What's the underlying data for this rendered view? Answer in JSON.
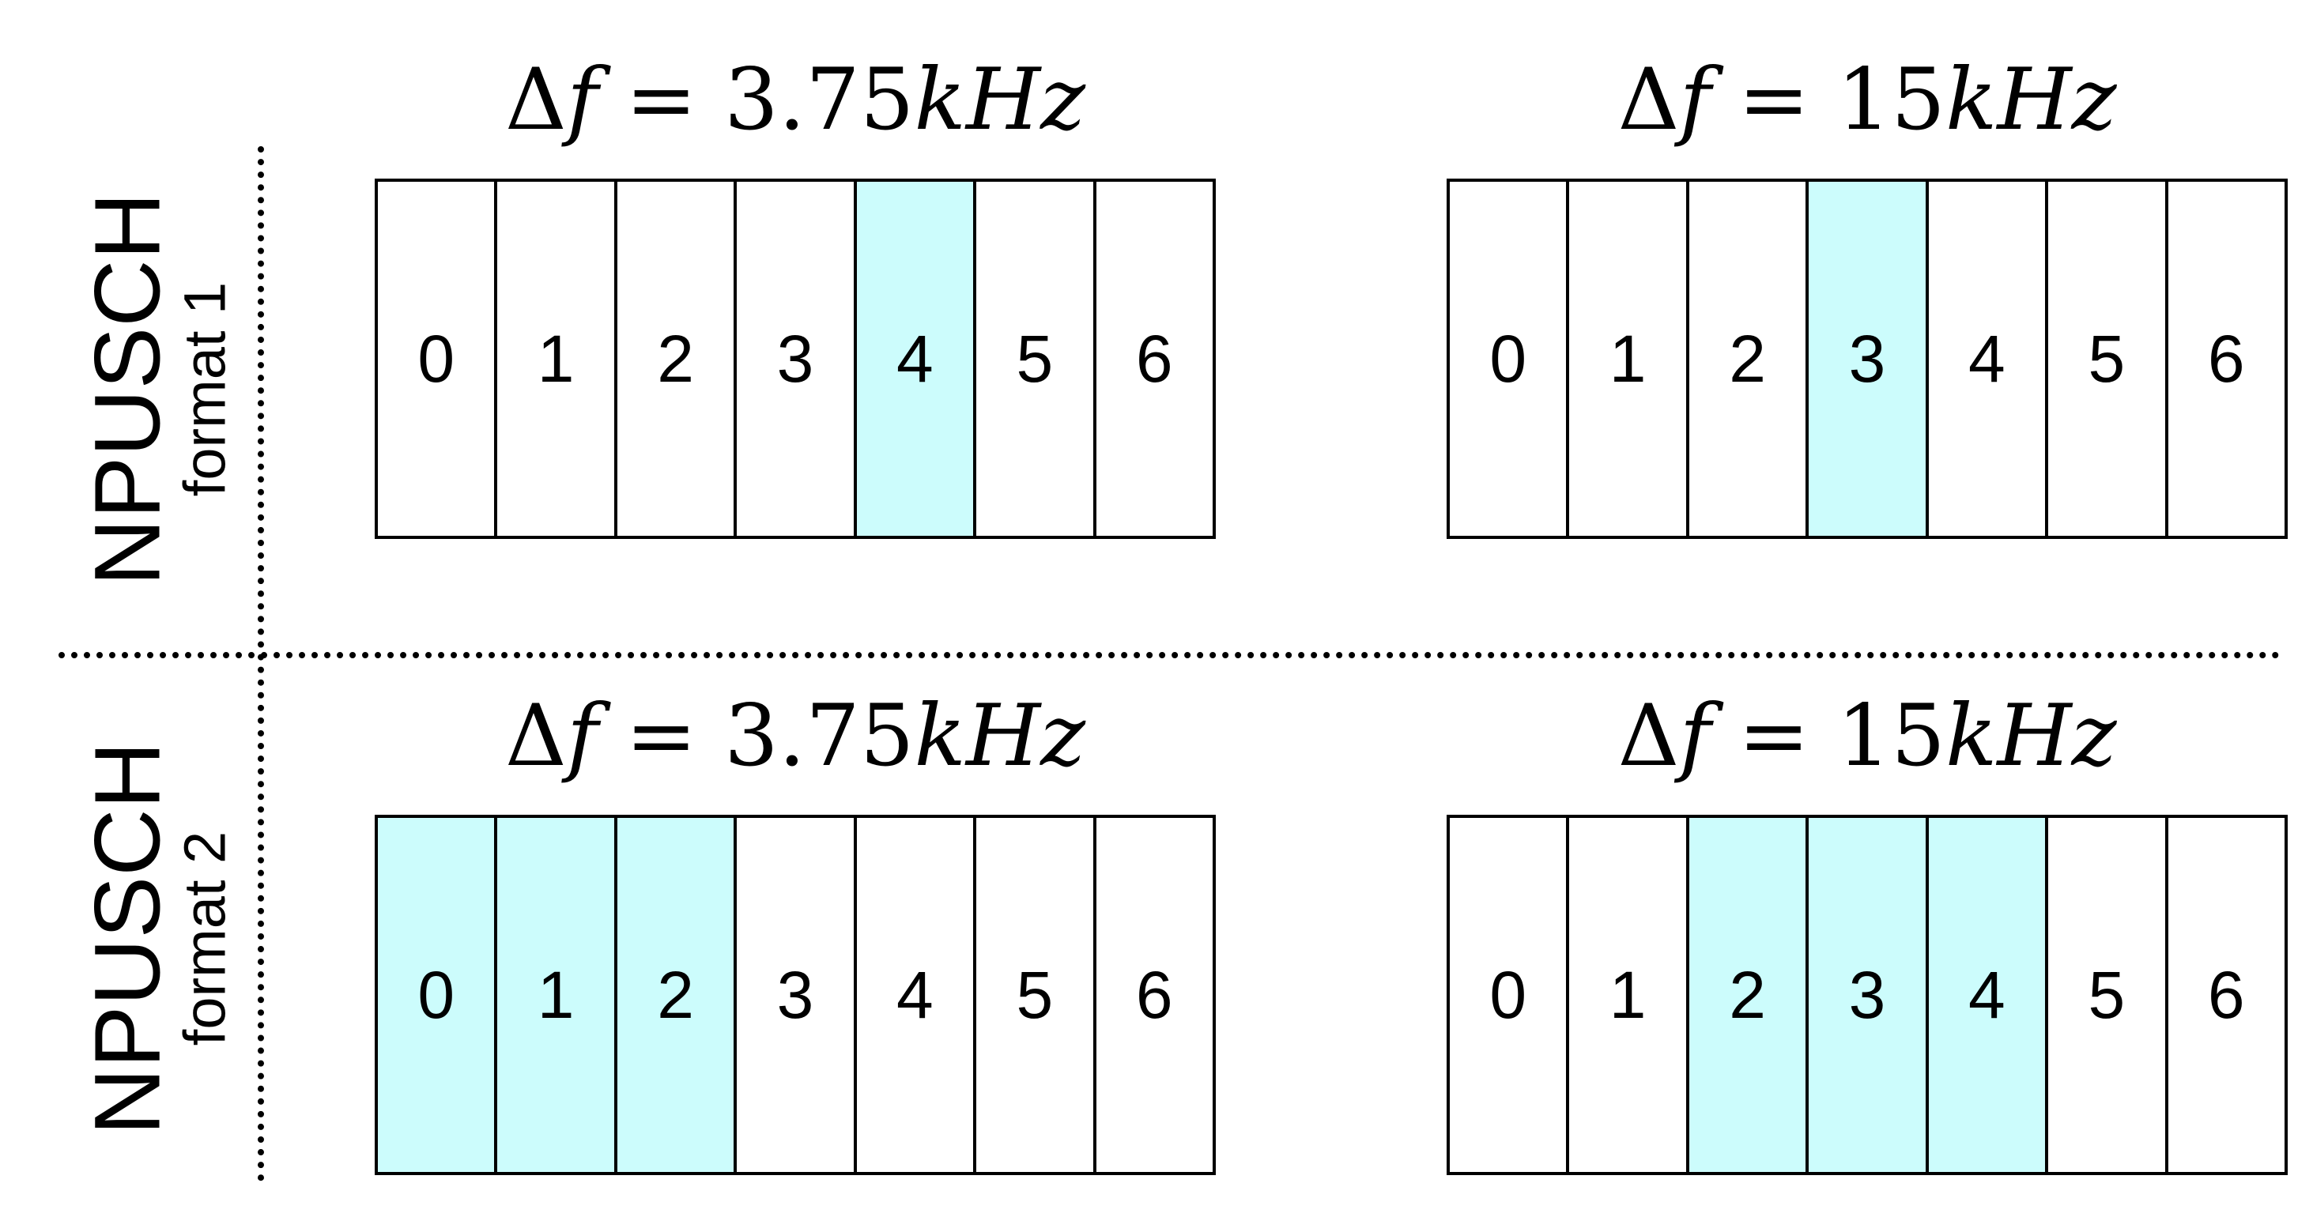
{
  "colors": {
    "highlight": "#ccfcfc",
    "line": "#000000",
    "background": "#ffffff"
  },
  "rows": [
    {
      "label_main": "NPUSCH",
      "label_sub": "format 1"
    },
    {
      "label_main": "NPUSCH",
      "label_sub": "format 2"
    }
  ],
  "panels": [
    {
      "delta": "Δ",
      "f": "f",
      "eq": " = ",
      "value": "3.75",
      "unit": "kHz",
      "cells": [
        "0",
        "1",
        "2",
        "3",
        "4",
        "5",
        "6"
      ],
      "highlighted": [
        4
      ]
    },
    {
      "delta": "Δ",
      "f": "f",
      "eq": " = ",
      "value": "15",
      "unit": "kHz",
      "cells": [
        "0",
        "1",
        "2",
        "3",
        "4",
        "5",
        "6"
      ],
      "highlighted": [
        3
      ]
    },
    {
      "delta": "Δ",
      "f": "f",
      "eq": " = ",
      "value": "3.75",
      "unit": "kHz",
      "cells": [
        "0",
        "1",
        "2",
        "3",
        "4",
        "5",
        "6"
      ],
      "highlighted": [
        0,
        1,
        2
      ]
    },
    {
      "delta": "Δ",
      "f": "f",
      "eq": " = ",
      "value": "15",
      "unit": "kHz",
      "cells": [
        "0",
        "1",
        "2",
        "3",
        "4",
        "5",
        "6"
      ],
      "highlighted": [
        2,
        3,
        4
      ]
    }
  ]
}
